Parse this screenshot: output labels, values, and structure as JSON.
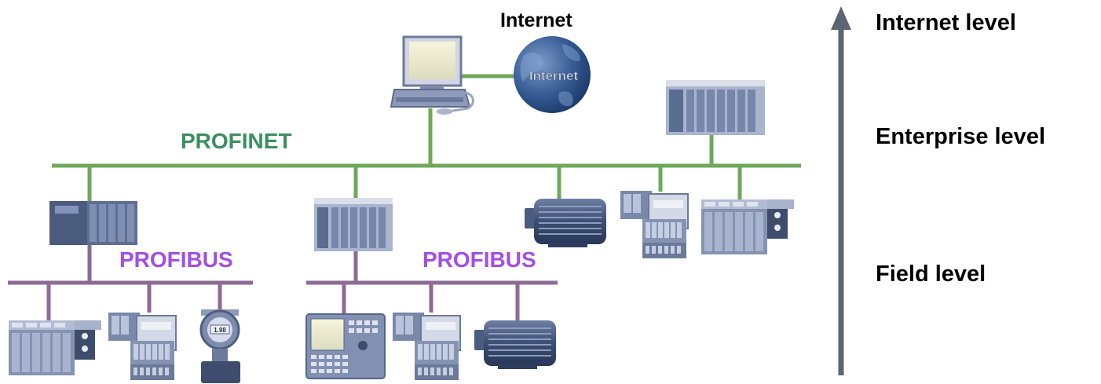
{
  "labels": {
    "internet_top": "Internet",
    "globe": "Internet",
    "profinet": "PROFINET",
    "profibus_left": "PROFIBUS",
    "profibus_right": "PROFIBUS",
    "transmitter_display": "1.98"
  },
  "levels": {
    "internet": "Internet level",
    "enterprise": "Enterprise level",
    "field": "Field level"
  },
  "colors": {
    "profinet": "#6fa85c",
    "profibus": "#8e6a96",
    "profinet_text": "#3a8f5e",
    "profibus_text": "#a24ee6",
    "arrow": "#5d6472",
    "device_dark": "#5a6c88",
    "device_light": "#9aa8c4",
    "device_panel": "#c9d2e2"
  }
}
